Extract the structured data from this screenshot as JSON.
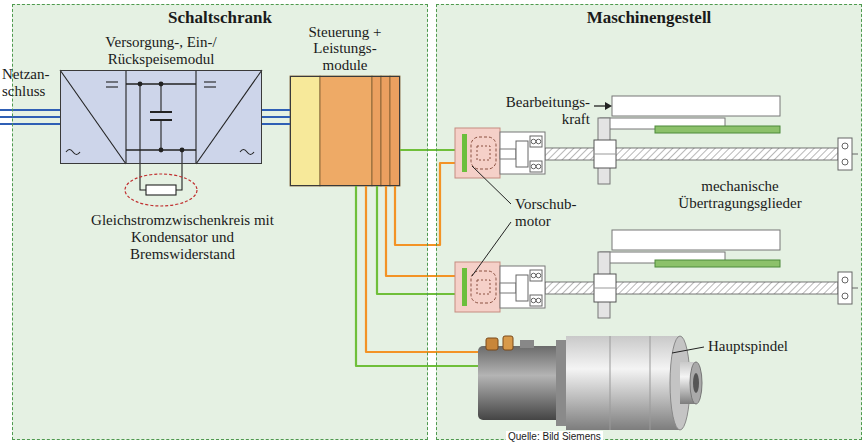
{
  "diagram": {
    "nodes": [
      {
        "text": [
          "Schaltschrank"
        ]
      },
      {
        "text": [
          "Versorgung-, Ein-/ Rückspeisemodul"
        ],
        "in": 0
      },
      {
        "text": [
          "Steuerung + Leistungs- module"
        ],
        "in": 0
      },
      {
        "text": [
          "Maschinengestell"
        ]
      }
    ],
    "edges": [
      {
        "from": 1,
        "to": 2,
        "arrow": "none"
      }
    ],
    "labels": [
      "Netzan- schluss",
      "Gleichstromzwischenkreis mit Kondensator und Bremswiderstand",
      "Bearbeitungs- kraft",
      "mechanische Übertragungsglieder",
      "Vorschub- motor",
      "Hauptspindel",
      "Quelle: Bild Siemens"
    ]
  }
}
